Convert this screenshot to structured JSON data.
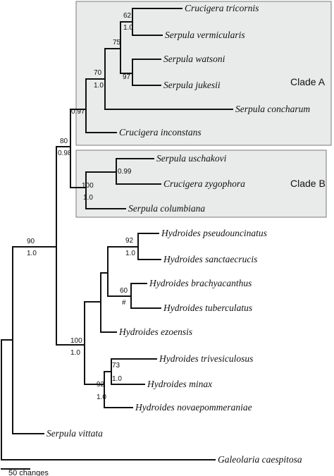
{
  "taxa": [
    "Crucigera tricornis",
    "Serpula vermicularis",
    "Serpula watsoni",
    "Serpula jukesii",
    "Serpula concharum",
    "Crucigera inconstans",
    "Serpula uschakovi",
    "Crucigera zygophora",
    "Serpula columbiana",
    "Hydroides pseudouncinatus",
    "Hydroides sanctaecrucis",
    "Hydroides brachyacanthus",
    "Hydroides tuberculatus",
    "Hydroides ezoensis",
    "Hydroides trivesiculosus",
    "Hydroides minax",
    "Hydroides novaepommeraniae",
    "Serpula vittata",
    "Galeolaria caespitosa"
  ],
  "clades": [
    "Clade A",
    "Clade B"
  ],
  "support": {
    "tricornis_vermicularis_bs": "62",
    "tricornis_vermicularis_pp": "1.0",
    "watsoni_jukesii_pp": "97",
    "vermic_watsoni_bs": "75",
    "concharum_bs": "70",
    "concharum_pp": "1.0",
    "cladeA_pp": "0.97",
    "cladeAB_bs": "80",
    "cladeAB_pp": "0.98",
    "uschakovi_zygophora_pp": "0.99",
    "cladeB_bs": "100",
    "cladeB_pp": "1.0",
    "ingroup_bs": "90",
    "ingroup_pp": "1.0",
    "pseudo_sancta_bs": "92",
    "pseudo_sancta_pp": "1.0",
    "brachy_tuber_bs": "60",
    "brachy_tuber_mark": "#",
    "hydroides_bs": "100",
    "hydroides_pp": "1.0",
    "triv_minax_bs": "73",
    "triv_minax_pp": "1.0",
    "triv_nova_bs": "92",
    "triv_nova_pp": "1.0"
  },
  "scale_bar": {
    "label": "50 changes"
  }
}
